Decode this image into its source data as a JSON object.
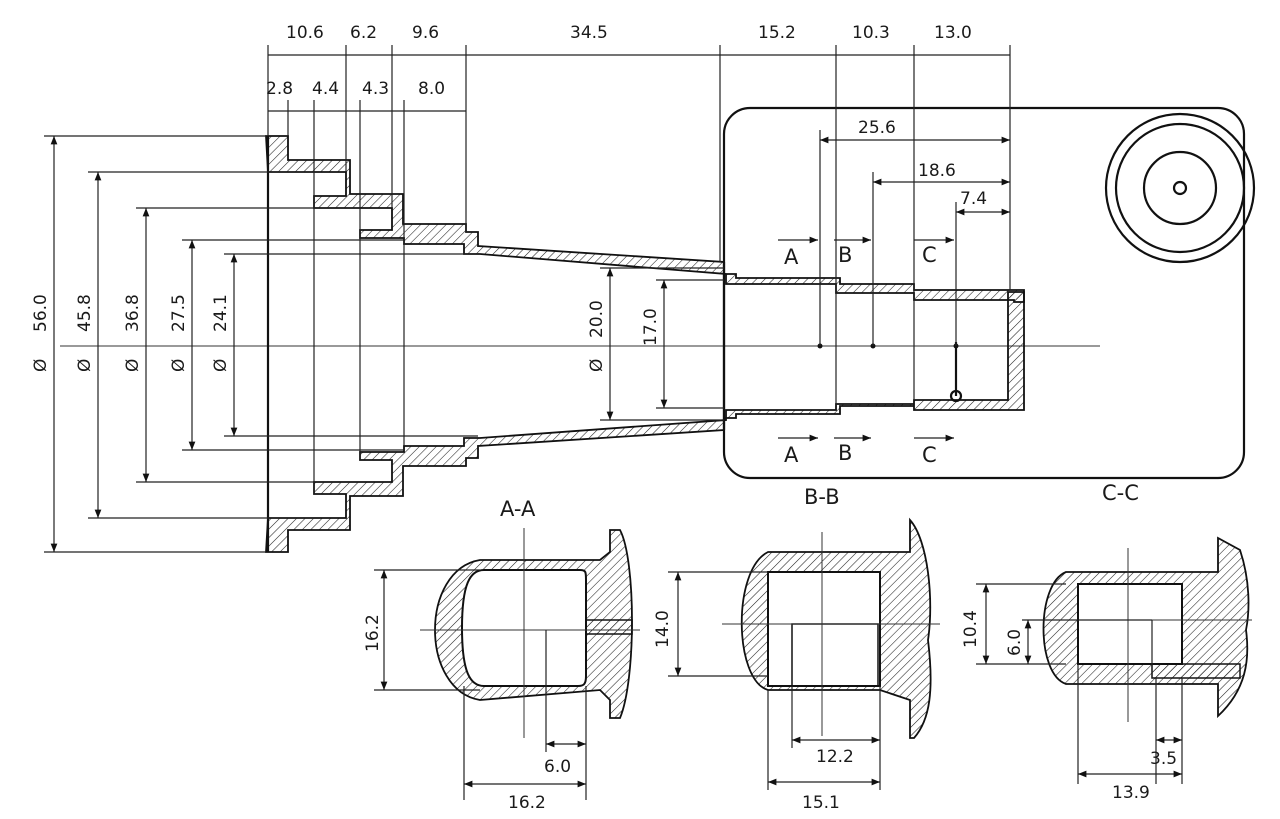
{
  "views": {
    "section_aa": "A-A",
    "section_bb": "B-B",
    "section_cc": "C-C"
  },
  "markers": {
    "a": "A",
    "b": "B",
    "c": "C"
  },
  "dims_top_row1": [
    "10.6",
    "6.2",
    "9.6",
    "34.5",
    "15.2",
    "10.3",
    "13.0"
  ],
  "dims_top_row2": [
    "2.8",
    "4.4",
    "4.3",
    "8.0"
  ],
  "dims_side_view": [
    "25.6",
    "18.6",
    "7.4"
  ],
  "diameters": {
    "symbol": "Ø",
    "d1": "56.0",
    "d2": "45.8",
    "d3": "36.8",
    "d4": "27.5",
    "d5": "24.1",
    "d6": "20.0",
    "h1": "17.0"
  },
  "section_aa_dims": [
    "16.2",
    "6.0",
    "16.2"
  ],
  "section_bb_dims": [
    "14.0",
    "12.2",
    "15.1"
  ],
  "section_cc_dims": [
    "10.4",
    "6.0",
    "3.5",
    "13.9"
  ]
}
